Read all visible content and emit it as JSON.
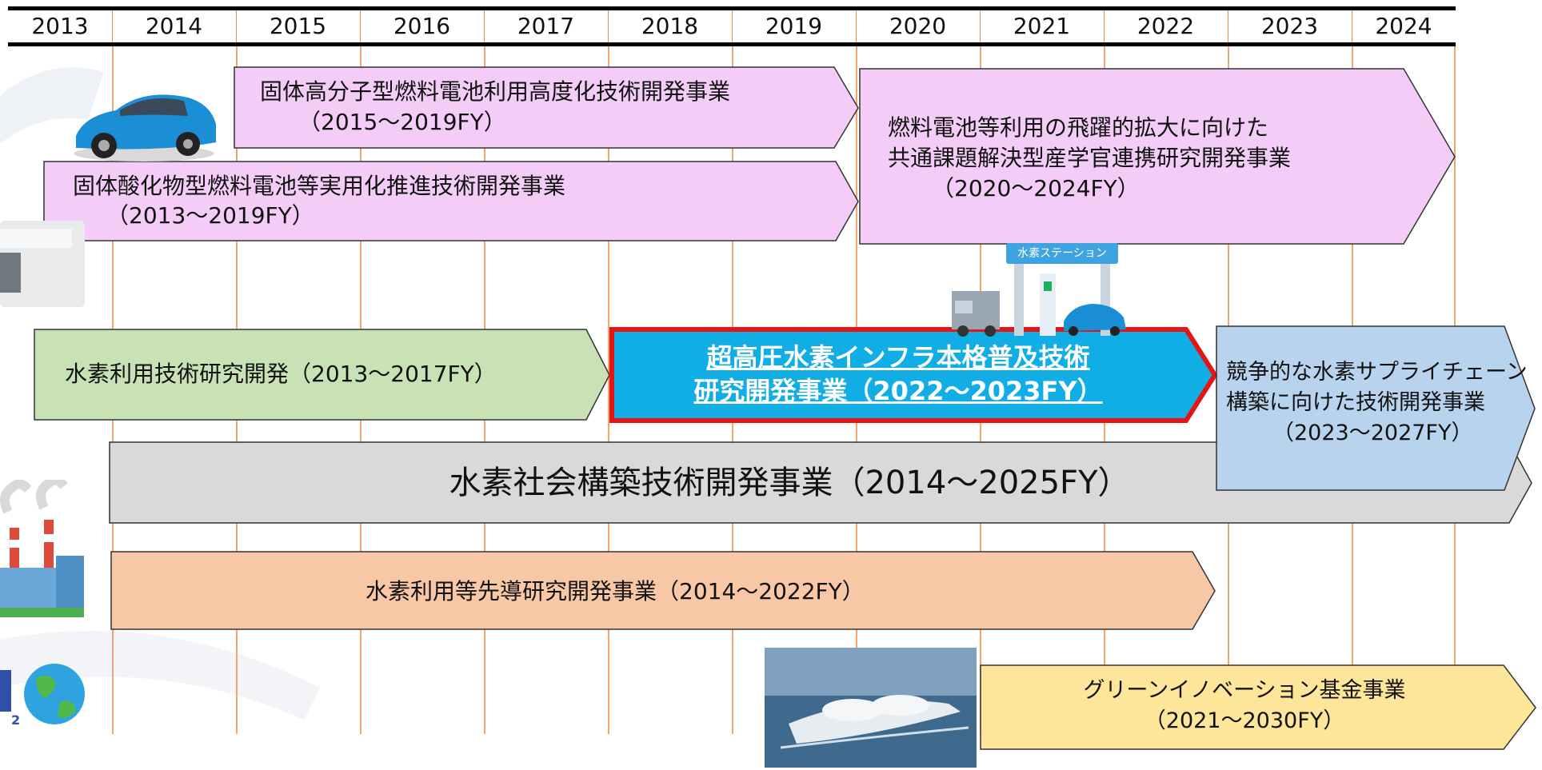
{
  "timeline": {
    "years": [
      "2013",
      "2014",
      "2015",
      "2016",
      "2017",
      "2018",
      "2019",
      "2020",
      "2021",
      "2022",
      "2023",
      "2024"
    ]
  },
  "programs": {
    "pefc": {
      "line1": "固体高分子型燃料電池利用高度化技術開発事業",
      "line2": "（2015～2019FY）"
    },
    "sofc": {
      "line1": "固体酸化物型燃料電池等実用化推進技術開発事業",
      "line2": "（2013～2019FY）"
    },
    "fc_industry": {
      "line1": "燃料電池等利用の飛躍的拡大に向けた",
      "line2": "共通課題解決型産学官連携研究開発事業",
      "line3": "（2020～2024FY）"
    },
    "h2_use": {
      "line1": "水素利用技術研究開発（2013～2017FY）"
    },
    "ultra_high_pressure": {
      "line1": "超高圧水素インフラ本格普及技術",
      "line2": "研究開発事業（2022～2023FY）"
    },
    "supply_chain": {
      "line1": "競争的な水素サプライチェーン",
      "line2": "構築に向けた技術開発事業",
      "line3": "（2023～2027FY）"
    },
    "society": {
      "line1": "水素社会構築技術開発事業（2014～2025FY）"
    },
    "advanced": {
      "line1": "水素利用等先導研究開発事業（2014～2022FY）"
    },
    "green_innovation": {
      "line1": "グリーンイノベーション基金事業",
      "line2": "（2021～2030FY）"
    }
  },
  "images": {
    "station_sign": "水素ステーション",
    "co2_subscript": "2"
  },
  "colors": {
    "pink": "#f3cdf7",
    "green": "#c8e2b5",
    "blue": "#11aee6",
    "red_border": "#e51515",
    "light_blue": "#b7d3ee",
    "gray": "#d9d9d9",
    "peach": "#f7c7a6",
    "yellow": "#fde59a",
    "gridline": "#f3a46f"
  }
}
